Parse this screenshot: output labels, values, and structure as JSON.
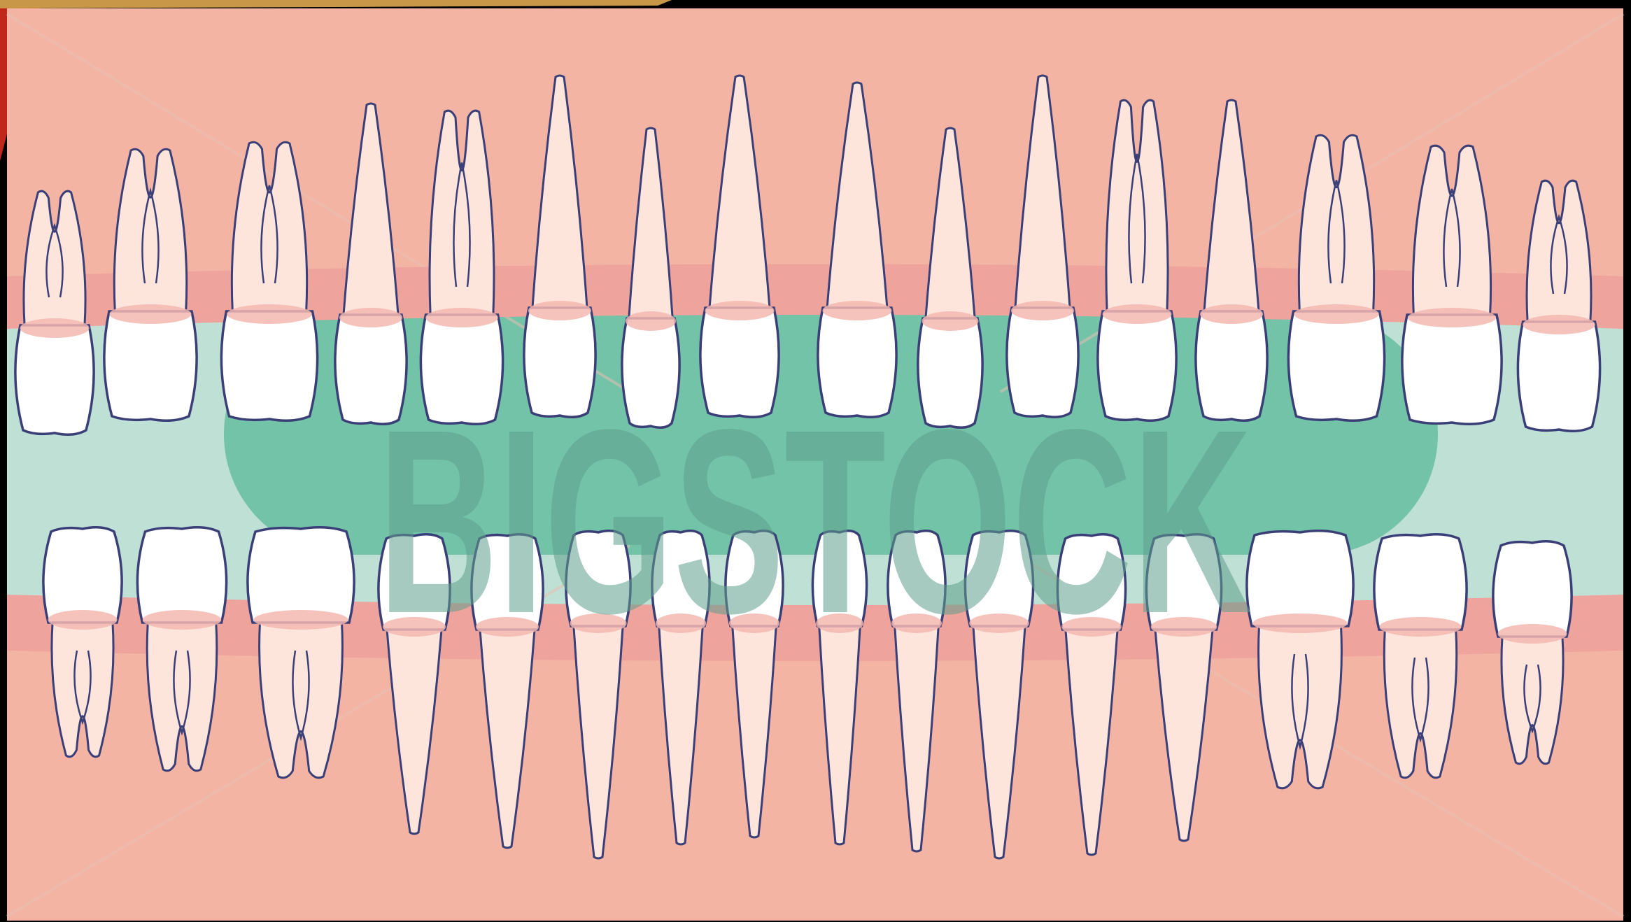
{
  "watermark": {
    "text": "BIGSTOCK"
  },
  "diagram": {
    "upper_teeth_count": 16,
    "lower_teeth_count": 16
  },
  "colors": {
    "frame": "#000000",
    "gum": "#f4b4a4",
    "gum_line": "#eea39d",
    "tongue_band": "#bfe0d5",
    "tongue": "#72c3a7",
    "tooth_crown": "#ffffff",
    "tooth_root": "#fde5dc",
    "tooth_outline": "#3b3f78",
    "watermark": "#5f9f8c"
  }
}
